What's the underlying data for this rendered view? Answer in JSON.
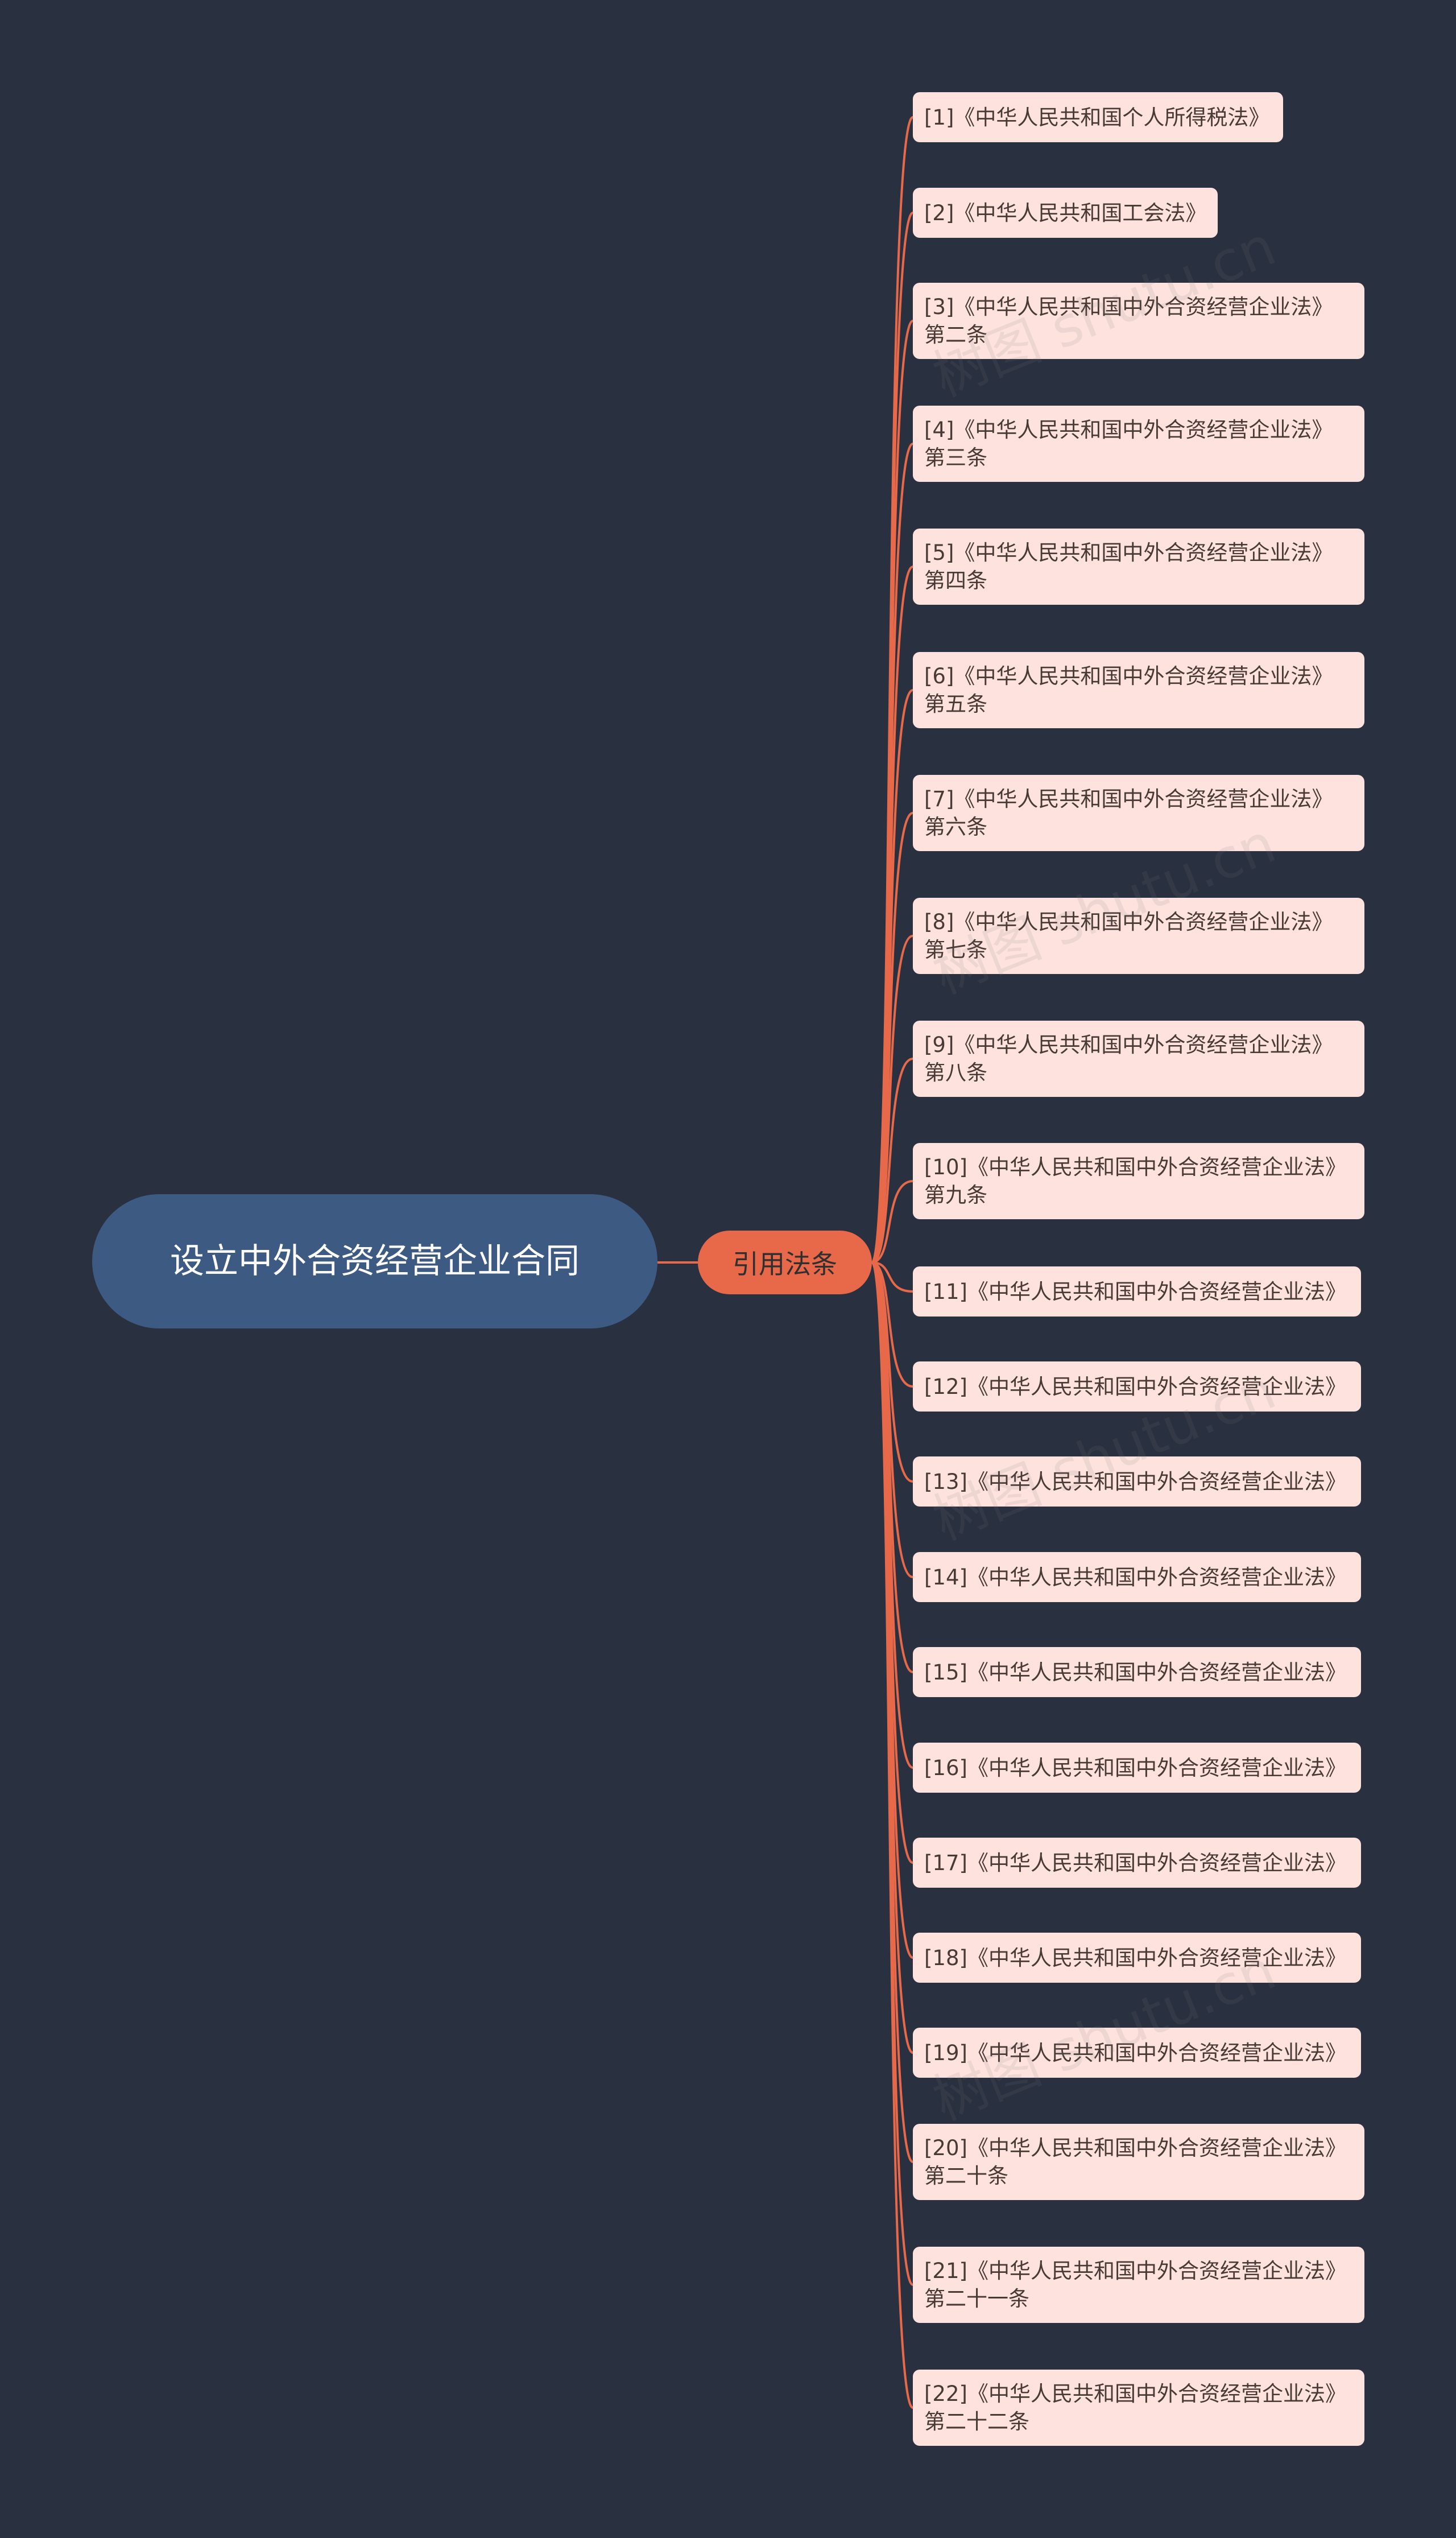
{
  "root": {
    "label": "设立中外合资经营企业合同"
  },
  "branch": {
    "label": "引用法条"
  },
  "colors": {
    "background": "#29303f",
    "root": "#3d5a83",
    "branch": "#e8684a",
    "leaf": "#fde2dd",
    "line": "#e8684a"
  },
  "leaves": [
    {
      "text": "[1]《中华人民共和国个人所得税法》"
    },
    {
      "text": "[2]《中华人民共和国工会法》"
    },
    {
      "text": "[3]《中华人民共和国中外合资经营企业法》\n第二条"
    },
    {
      "text": "[4]《中华人民共和国中外合资经营企业法》\n第三条"
    },
    {
      "text": "[5]《中华人民共和国中外合资经营企业法》\n第四条"
    },
    {
      "text": "[6]《中华人民共和国中外合资经营企业法》\n第五条"
    },
    {
      "text": "[7]《中华人民共和国中外合资经营企业法》\n第六条"
    },
    {
      "text": "[8]《中华人民共和国中外合资经营企业法》\n第七条"
    },
    {
      "text": "[9]《中华人民共和国中外合资经营企业法》\n第八条"
    },
    {
      "text": "[10]《中华人民共和国中外合资经营企业法》\n第九条"
    },
    {
      "text": "[11]《中华人民共和国中外合资经营企业法》"
    },
    {
      "text": "[12]《中华人民共和国中外合资经营企业法》"
    },
    {
      "text": "[13]《中华人民共和国中外合资经营企业法》"
    },
    {
      "text": "[14]《中华人民共和国中外合资经营企业法》"
    },
    {
      "text": "[15]《中华人民共和国中外合资经营企业法》"
    },
    {
      "text": "[16]《中华人民共和国中外合资经营企业法》"
    },
    {
      "text": "[17]《中华人民共和国中外合资经营企业法》"
    },
    {
      "text": "[18]《中华人民共和国中外合资经营企业法》"
    },
    {
      "text": "[19]《中华人民共和国中外合资经营企业法》"
    },
    {
      "text": "[20]《中华人民共和国中外合资经营企业法》\n第二十条"
    },
    {
      "text": "[21]《中华人民共和国中外合资经营企业法》\n第二十一条"
    },
    {
      "text": "[22]《中华人民共和国中外合资经营企业法》\n第二十二条"
    }
  ],
  "watermark": "树图 shutu.cn"
}
